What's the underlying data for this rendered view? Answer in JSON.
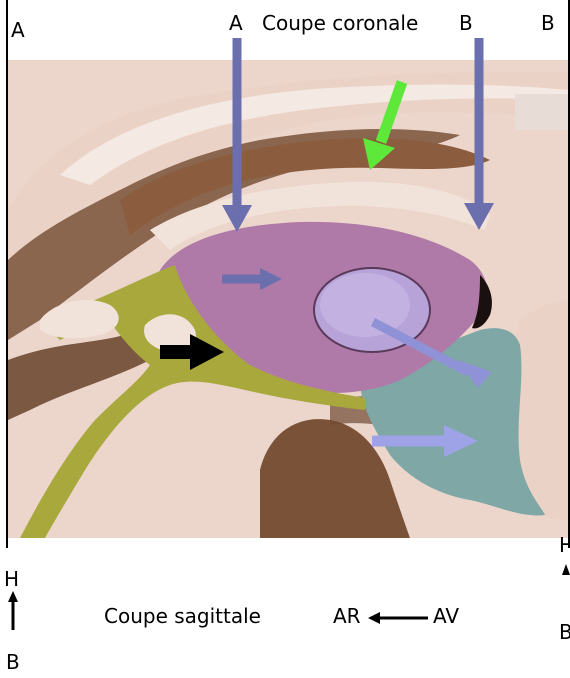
{
  "title": "Coupe coronale",
  "subtitle": "Coupe sagittale",
  "corner_left": "A",
  "corner_right": "B",
  "coronal_marker_a": "A",
  "coronal_marker_b": "B",
  "orientation": {
    "vertical_top": "H",
    "vertical_bottom": "B",
    "horizontal_left": "AR",
    "horizontal_right": "AV",
    "right_edge_top": "H",
    "right_edge_bottom": "B"
  },
  "colors": {
    "section_arrow": "#6b6fae",
    "flow_arrow_light": "#9ea3e8",
    "pointer_green": "#5ee83a",
    "pointer_black": "#000000",
    "ventricle_pink": "#b07aa8",
    "ventricle_yellow": "#a9a83c",
    "ventricle_teal": "#7ea7a6",
    "tissue_brown": "#7a5238",
    "background_pink": "#ecd6cc"
  }
}
